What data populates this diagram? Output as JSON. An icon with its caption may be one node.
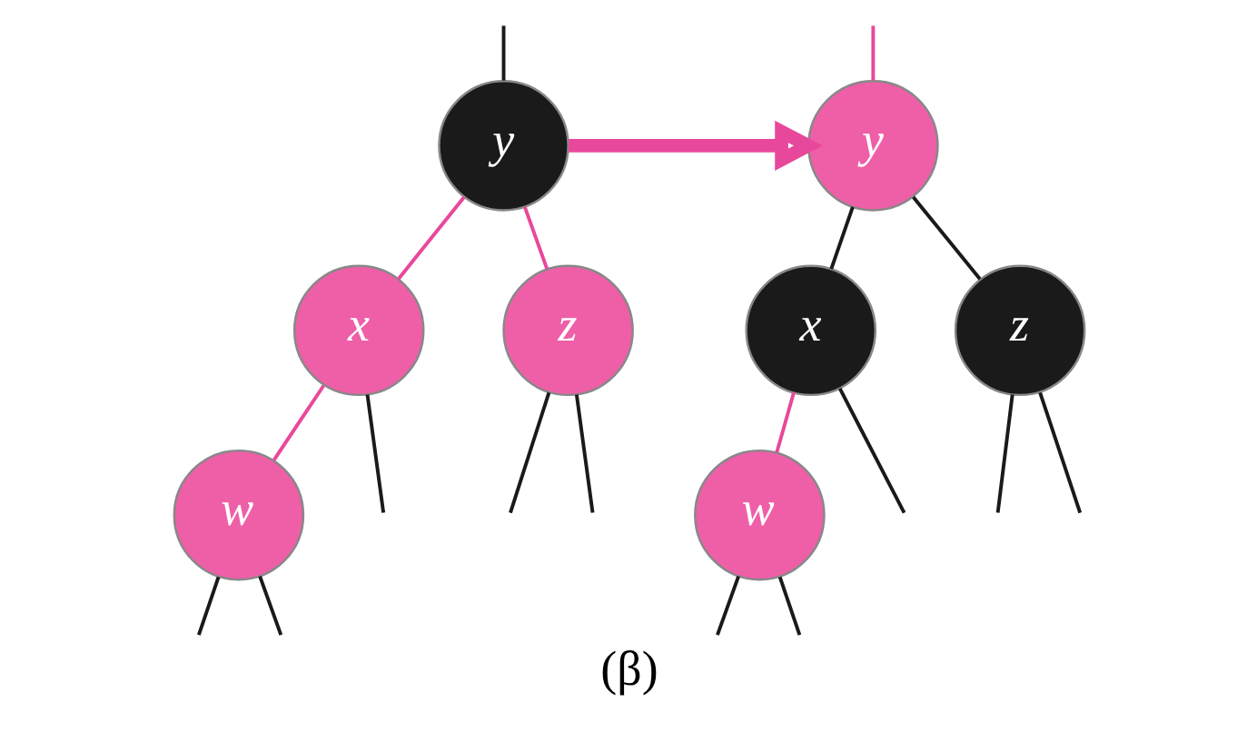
{
  "diagram": {
    "caption": "(β)",
    "nodes": [
      {
        "text": [
          "y"
        ]
      },
      {
        "text": [
          "x"
        ]
      },
      {
        "text": [
          "z"
        ]
      },
      {
        "text": [
          "w"
        ]
      },
      {
        "text": [
          "y"
        ]
      },
      {
        "text": [
          "x"
        ]
      },
      {
        "text": [
          "z"
        ]
      },
      {
        "text": [
          "w"
        ]
      }
    ],
    "edges": [
      {
        "from": null,
        "to": 0,
        "arrow": "none"
      },
      {
        "from": 0,
        "to": 1,
        "arrow": "none",
        "color": "#e8489b"
      },
      {
        "from": 0,
        "to": 2,
        "arrow": "none",
        "color": "#e8489b"
      },
      {
        "from": 1,
        "to": 3,
        "arrow": "none",
        "color": "#e8489b"
      },
      {
        "from": 1,
        "to": null,
        "arrow": "none"
      },
      {
        "from": 2,
        "to": null,
        "arrow": "none"
      },
      {
        "from": 2,
        "to": null,
        "arrow": "none"
      },
      {
        "from": 3,
        "to": null,
        "arrow": "none"
      },
      {
        "from": 3,
        "to": null,
        "arrow": "none"
      },
      {
        "from": 0,
        "to": 4,
        "arrow": "to",
        "style": "thick",
        "color": "#e8489b"
      },
      {
        "from": null,
        "to": 4,
        "arrow": "none",
        "color": "#e8489b"
      },
      {
        "from": 4,
        "to": 5,
        "arrow": "none"
      },
      {
        "from": 4,
        "to": 6,
        "arrow": "none"
      },
      {
        "from": 5,
        "to": 7,
        "arrow": "none",
        "color": "#e8489b"
      },
      {
        "from": 5,
        "to": null,
        "arrow": "none"
      },
      {
        "from": 6,
        "to": null,
        "arrow": "none"
      },
      {
        "from": 6,
        "to": null,
        "arrow": "none"
      },
      {
        "from": 7,
        "to": null,
        "arrow": "none"
      },
      {
        "from": 7,
        "to": null,
        "arrow": "none"
      }
    ]
  }
}
